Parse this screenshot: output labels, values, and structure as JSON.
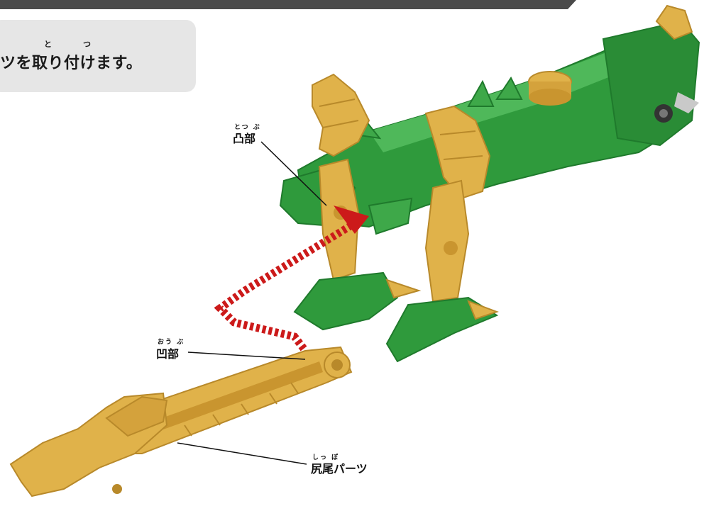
{
  "instruction": {
    "text": "ツを取り付けます。",
    "ruby": [
      "と",
      "つ"
    ]
  },
  "callouts": {
    "convex": {
      "label": "凸部",
      "ruby": "とつ ぶ"
    },
    "concave": {
      "label": "凹部",
      "ruby": "おう ぶ"
    },
    "tail": {
      "label": "尻尾パーツ",
      "ruby": "しっ ぽ"
    }
  },
  "colors": {
    "header_bar": "#4a4a4a",
    "instruction_bg": "#e6e6e6",
    "dino_green": "#2f9a3c",
    "dino_green_dark": "#1f7a2c",
    "part_gold": "#e0b24a",
    "part_gold_dark": "#b8892a",
    "arrow_red": "#cc1a1a"
  }
}
